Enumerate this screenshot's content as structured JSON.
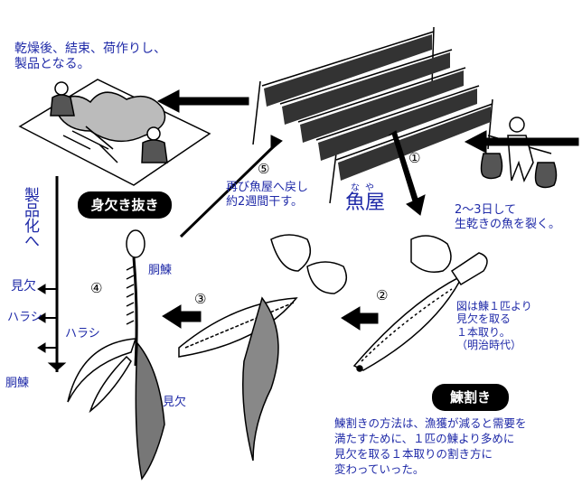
{
  "steps": {
    "finish": {
      "lines": [
        "乾燥後、結束、荷作りし、",
        "製品となる。"
      ]
    },
    "step1_num": "①",
    "step2_num": "②",
    "step3_num": "③",
    "step4_num": "④",
    "step5_num": "⑤",
    "re_dry": {
      "lines": [
        "再び魚屋へ戻し",
        "約2週間干す。"
      ]
    },
    "fish_house": {
      "label": "魚屋",
      "ruby": "なや"
    },
    "split_day": {
      "lines": [
        "2〜3日して",
        "生乾きの魚を裂く。"
      ]
    },
    "note": {
      "lines": [
        "図は鰊１匹より",
        "見欠を取る",
        "１本取り。",
        "（明治時代）"
      ]
    },
    "bottom": {
      "lines": [
        "鰊割きの方法は、漁獲が減ると需要を",
        "満たすために、１匹の鰊より多めに",
        "見欠を取る１本取りの割き方に",
        "変わっていった。"
      ]
    }
  },
  "badges": {
    "mikaki_nuki": "身欠き抜き",
    "nishin_waki": "鰊割き"
  },
  "left_column": {
    "title": "製品化へ",
    "items": [
      "見欠",
      "ハラシ",
      "胴鰊"
    ]
  },
  "parts": {
    "dou": "胴鰊",
    "harashi": "ハラシ",
    "mikaki": "見欠"
  },
  "colors": {
    "ink": "#000000",
    "text_blue": "#1f2aa8",
    "paper": "#ffffff"
  }
}
